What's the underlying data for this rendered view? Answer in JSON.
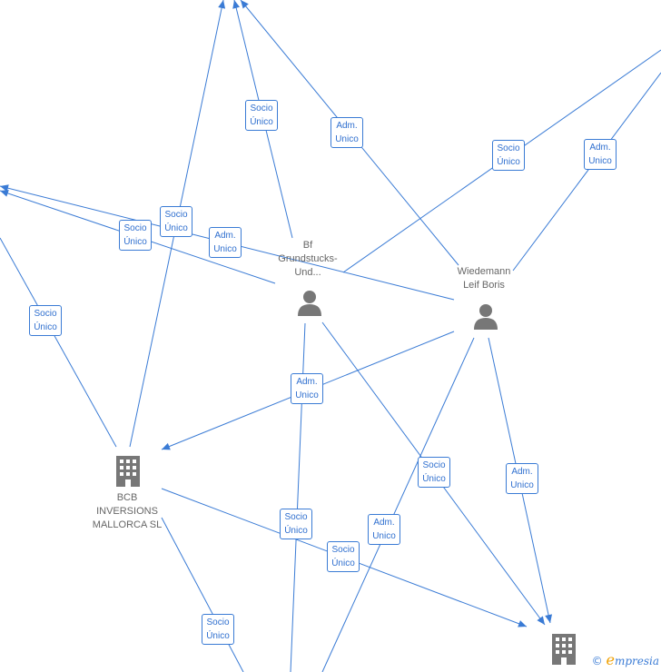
{
  "diagram": {
    "nodes": [
      {
        "id": "bf",
        "kind": "person",
        "label": "Bf\nGrundstucks-\nUnd..."
      },
      {
        "id": "wiedemann",
        "kind": "person",
        "label": "Wiedemann\nLeif Boris"
      },
      {
        "id": "bcb",
        "kind": "company",
        "label": "BCB\nINVERSIONS\nMALLORCA SL"
      },
      {
        "id": "company_bottom_right",
        "kind": "company",
        "label": ""
      }
    ],
    "edge_labels": [
      "Socio\nÚnico",
      "Adm.\nUnico",
      "Socio\nÚnico",
      "Adm.\nUnico",
      "Socio\nÚnico",
      "Socio\nÚnico",
      "Adm.\nUnico",
      "Socio\nÚnico",
      "Adm.\nUnico",
      "Socio\nÚnico",
      "Adm.\nUnico",
      "Socio\nÚnico",
      "Adm.\nUnico",
      "Socio\nÚnico",
      "Socio\nÚnico"
    ]
  },
  "watermark": {
    "copyright": "©",
    "brand_first": "e",
    "brand_rest": "mpresia"
  },
  "colors": {
    "edge": "#3a7bd5",
    "node_icon": "#777777",
    "node_text": "#666666"
  }
}
